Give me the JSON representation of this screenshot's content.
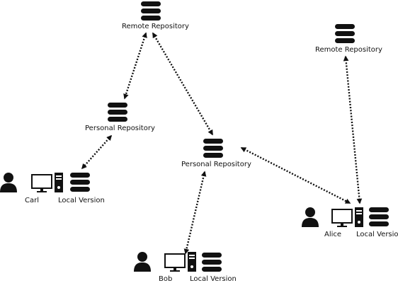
{
  "colors": {
    "ink": "#111111",
    "background": "#ffffff"
  },
  "nodes": {
    "remote_repo_top": {
      "label": "Remote Repository",
      "icon": "database-icon"
    },
    "remote_repo_right": {
      "label": "Remote Repository",
      "icon": "database-icon"
    },
    "personal_repo_left": {
      "label": "Personal Repository",
      "icon": "database-icon"
    },
    "personal_repo_center": {
      "label": "Personal Repository",
      "icon": "database-icon"
    }
  },
  "users": {
    "carl": {
      "name": "Carl",
      "local_label": "Local Version"
    },
    "bob": {
      "name": "Bob",
      "local_label": "Local Version"
    },
    "alice": {
      "name": "Alice",
      "local_label": "Local Version"
    }
  },
  "connections": [
    {
      "from": "Remote Repository",
      "to": "Personal Repository",
      "style": "dotted",
      "arrows": "both"
    },
    {
      "from": "Remote Repository",
      "to": "Personal Repository",
      "style": "dotted",
      "arrows": "both"
    },
    {
      "from": "Personal Repository",
      "to": "Local Version",
      "style": "dotted",
      "arrows": "both"
    },
    {
      "from": "Personal Repository",
      "to": "Local Version",
      "style": "dotted",
      "arrows": "both"
    },
    {
      "from": "Personal Repository",
      "to": "Local Version",
      "style": "dotted",
      "arrows": "both"
    },
    {
      "from": "Remote Repository",
      "to": "Local Version",
      "style": "dotted",
      "arrows": "both"
    }
  ]
}
